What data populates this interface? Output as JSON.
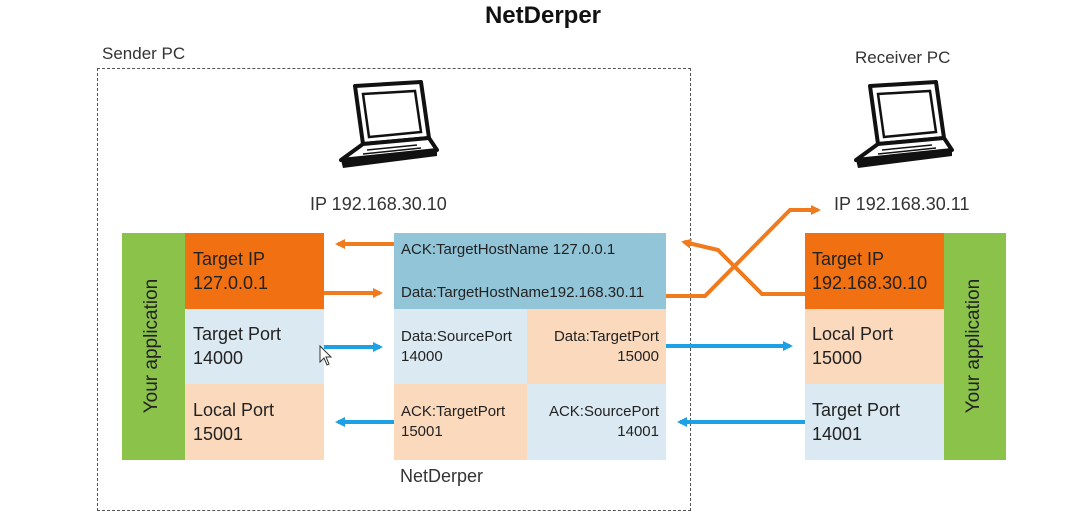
{
  "title": "NetDerper",
  "sender": {
    "label": "Sender PC",
    "ip": "IP 192.168.30.10",
    "app_label": "Your application",
    "target_ip": "Target IP\n127.0.0.1",
    "target_port": "Target Port\n14000",
    "local_port": "Local Port\n15001"
  },
  "receiver": {
    "label": "Receiver PC",
    "ip": "IP 192.168.30.11",
    "app_label": "Your application",
    "target_ip": "Target IP\n192.168.30.10",
    "local_port": "Local Port\n15000",
    "target_port": "Target Port\n14001"
  },
  "netderper": {
    "label": "NetDerper",
    "ack_hostname": "ACK:TargetHostName 127.0.0.1",
    "data_hostname": "Data:TargetHostName192.168.30.11",
    "data_source_port": "Data:SourcePort\n14000",
    "data_target_port": "Data:TargetPort\n15000",
    "ack_target_port": "ACK:TargetPort\n15001",
    "ack_source_port": "ACK:SourcePort\n14001"
  },
  "colors": {
    "green": "#8bc34a",
    "orange": "#f07012",
    "light_blue": "#dbeaf2",
    "peach": "#fbd9bd",
    "mid_blue": "#92c5d8",
    "arrow_orange": "#f07a1e",
    "arrow_blue": "#1ea0e4"
  },
  "icons": [
    "laptop-icon",
    "cursor-icon"
  ]
}
